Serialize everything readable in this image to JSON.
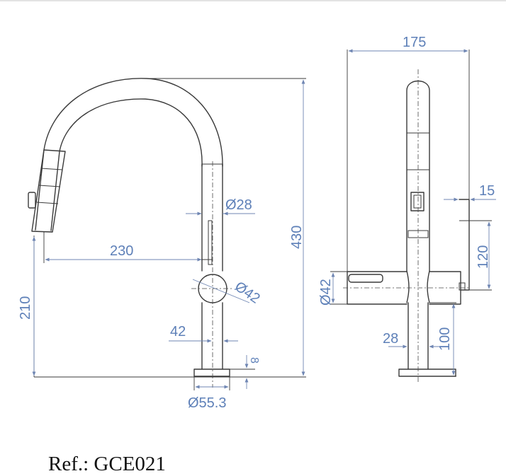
{
  "dimensions": {
    "side": {
      "d28": "Ø28",
      "d42": "Ø42",
      "d55": "Ø55.3",
      "w230": "230",
      "w42": "42",
      "h210": "210",
      "h430": "430",
      "h8": "8"
    },
    "front": {
      "w175": "175",
      "w15": "15",
      "h120": "120",
      "d42": "Ø42",
      "w28": "28",
      "h100": "100"
    }
  },
  "reference": "Ref.: GCE021",
  "colors": {
    "dimension": "#5e80b8",
    "outline": "#3a3a3a"
  }
}
